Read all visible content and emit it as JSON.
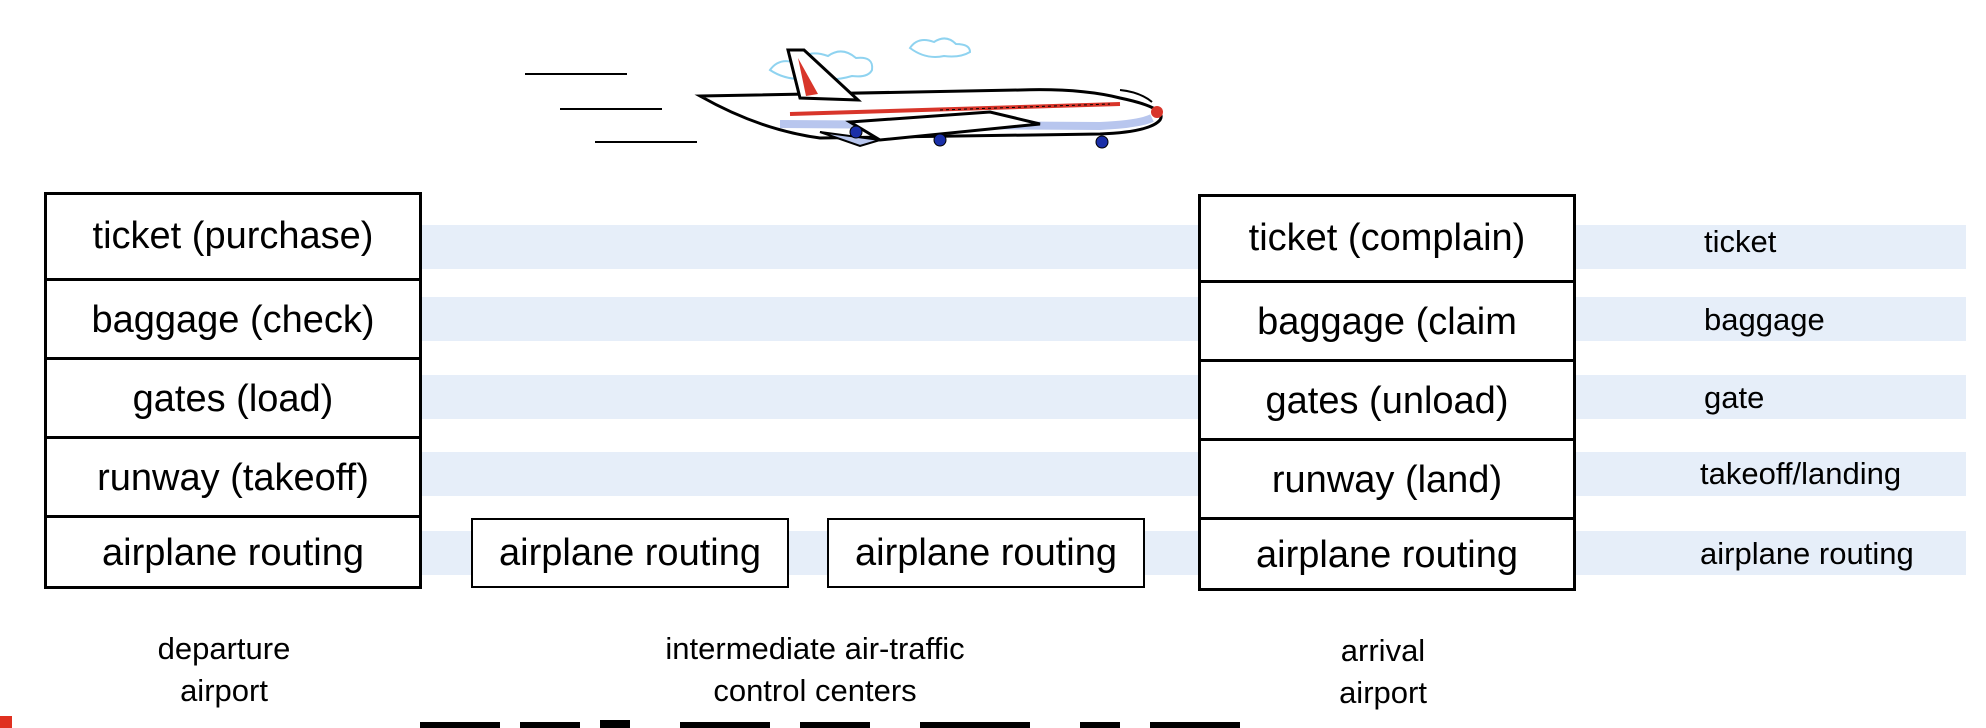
{
  "departure": {
    "layers": [
      "ticket (purchase)",
      "baggage (check)",
      "gates (load)",
      "runway (takeoff)",
      "airplane routing"
    ],
    "caption": [
      "departure",
      "airport"
    ]
  },
  "intermediate": {
    "boxes": [
      "airplane routing",
      "airplane routing"
    ],
    "caption": [
      "intermediate air-traffic",
      "control centers"
    ]
  },
  "arrival": {
    "layers": [
      "ticket (complain)",
      "baggage (claim",
      "gates (unload)",
      "runway (land)",
      "airplane routing"
    ],
    "caption": [
      "arrival",
      "airport"
    ]
  },
  "layer_names": [
    "ticket",
    "baggage",
    "gate",
    "takeoff/landing",
    "airplane routing"
  ],
  "colors": {
    "band": "#e6eef9",
    "plane_stripe": "#d8352a",
    "plane_shadow": "#b8c6ee",
    "wheel": "#1a2fa8",
    "cloud": "#8fd3f0"
  },
  "icons": [
    "airplane-illustration",
    "cloud-icon"
  ]
}
